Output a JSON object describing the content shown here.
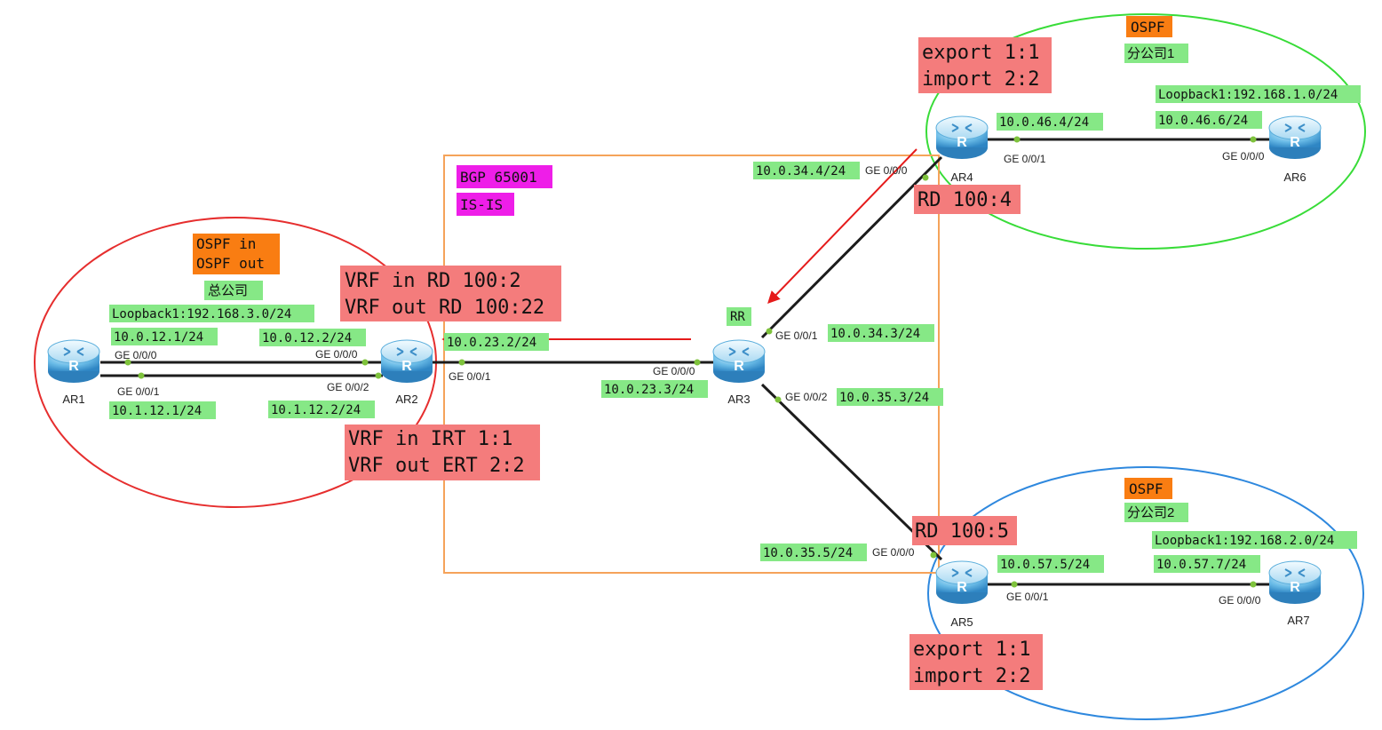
{
  "colors": {
    "green_tag": "#86e886",
    "red_tag": "#f47c7c",
    "orange_tag": "#f97d12",
    "magenta_tag": "#ee1ee8",
    "hq_ellipse": "#e62e2e",
    "branch1_ellipse": "#38dc38",
    "branch2_ellipse": "#2e88de",
    "bgp_box": "#f5a35a",
    "link": "#1c1c1c",
    "arrow": "#e51b1b",
    "port_dot": "#7ec23c",
    "router_body": "#5fb4e4"
  },
  "routers": {
    "ar1": "AR1",
    "ar2": "AR2",
    "ar3": "AR3",
    "ar4": "AR4",
    "ar5": "AR5",
    "ar6": "AR6",
    "ar7": "AR7"
  },
  "regions": {
    "hq": {
      "proto1": "OSPF in",
      "proto2": "OSPF out",
      "name": "总公司",
      "loopback": "Loopback1:192.168.3.0/24"
    },
    "branch1": {
      "proto": "OSPF",
      "name": "分公司1",
      "loopback": "Loopback1:192.168.1.0/24"
    },
    "branch2": {
      "proto": "OSPF",
      "name": "分公司2",
      "loopback": "Loopback1:192.168.2.0/24"
    },
    "core": {
      "bgp": "BGP 65001",
      "igp": "IS-IS",
      "rr": "RR"
    }
  },
  "addresses": {
    "ar1_g000": "10.0.12.1/24",
    "ar2_g000": "10.0.12.2/24",
    "ar1_g001": "10.1.12.1/24",
    "ar2_g002": "10.1.12.2/24",
    "ar2_g001": "10.0.23.2/24",
    "ar3_g000": "10.0.23.3/24",
    "ar3_g001": "10.0.34.3/24",
    "ar4_g000": "10.0.34.4/24",
    "ar3_g002": "10.0.35.3/24",
    "ar5_g000": "10.0.35.5/24",
    "ar4_g001": "10.0.46.4/24",
    "ar6_g000": "10.0.46.6/24",
    "ar5_g001": "10.0.57.5/24",
    "ar7_g000": "10.0.57.7/24"
  },
  "ports": {
    "ar1_a": "GE 0/0/0",
    "ar1_b": "GE 0/0/1",
    "ar2_a": "GE 0/0/0",
    "ar2_b": "GE 0/0/2",
    "ar2_c": "GE 0/0/1",
    "ar3_a": "GE 0/0/0",
    "ar3_b": "GE 0/0/1",
    "ar3_c": "GE 0/0/2",
    "ar4_a": "GE 0/0/0",
    "ar4_b": "GE 0/0/1",
    "ar6_a": "GE 0/0/0",
    "ar5_a": "GE 0/0/0",
    "ar5_b": "GE 0/0/1",
    "ar7_a": "GE 0/0/0"
  },
  "vrf": {
    "ar2_rd_line1": "VRF in RD 100:2",
    "ar2_rd_line2": "VRF out RD 100:22",
    "ar2_rt_line1": "VRF in IRT 1:1",
    "ar2_rt_line2": "VRF out ERT 2:2",
    "ar4_rt_line1": "export 1:1",
    "ar4_rt_line2": "import 2:2",
    "ar4_rd": "RD 100:4",
    "ar5_rd": "RD 100:5",
    "ar5_rt_line1": "export 1:1",
    "ar5_rt_line2": "import 2:2"
  }
}
